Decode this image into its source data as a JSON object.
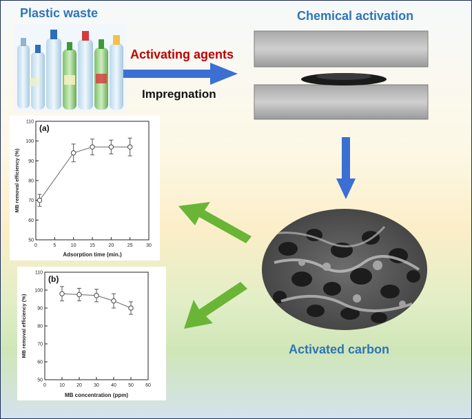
{
  "labels": {
    "plastic_waste": "Plastic waste",
    "chemical_activation": "Chemical activation",
    "activating_agents": "Activating agents",
    "impregnation": "Impregnation",
    "activated_carbon": "Activated carbon"
  },
  "chart_data": [
    {
      "type": "line",
      "panel_label": "(a)",
      "xlabel": "Adsorption time (min.)",
      "ylabel": "MB removal efficiency (%)",
      "xlim": [
        0,
        30
      ],
      "ylim": [
        50,
        110
      ],
      "xticks": [
        0,
        5,
        10,
        15,
        20,
        25,
        30
      ],
      "yticks": [
        50,
        60,
        70,
        80,
        90,
        100,
        110
      ],
      "x": [
        1,
        10,
        15,
        20,
        25
      ],
      "y": [
        70,
        94,
        97,
        97,
        97
      ],
      "yerr": [
        3,
        4.5,
        4,
        3.5,
        4.5
      ]
    },
    {
      "type": "line",
      "panel_label": "(b)",
      "xlabel": "MB concentration (ppm)",
      "ylabel": "MB removal efficiency (%)",
      "xlim": [
        0,
        60
      ],
      "ylim": [
        50,
        110
      ],
      "xticks": [
        0,
        10,
        20,
        30,
        40,
        50,
        60
      ],
      "yticks": [
        50,
        60,
        70,
        80,
        90,
        100,
        110
      ],
      "x": [
        10,
        20,
        30,
        40,
        50
      ],
      "y": [
        98,
        97.5,
        97,
        94,
        90
      ],
      "yerr": [
        4,
        3.5,
        3.5,
        4,
        3.5
      ]
    }
  ],
  "colors": {
    "title_blue": "#2e75b6",
    "agent_red": "#c00000",
    "arrow_blue": "#3b6fd4",
    "arrow_green": "#6ab536"
  }
}
